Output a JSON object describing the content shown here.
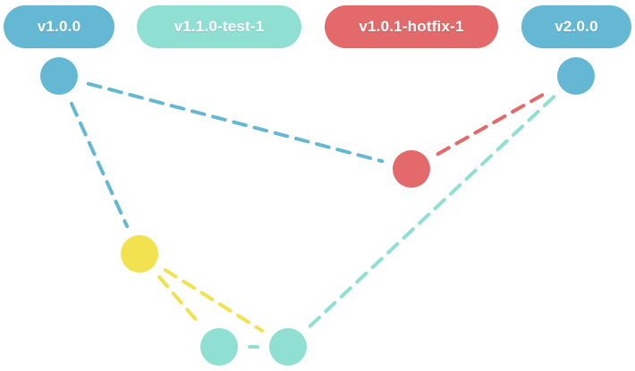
{
  "colors": {
    "blue": "#64b8d4",
    "teal": "#8fe0d2",
    "red": "#e3696b",
    "yellow": "#f3e250",
    "label_text": "#ffffff",
    "background": "#ffffff"
  },
  "branches": [
    {
      "id": "v1-0-0",
      "label": "v1.0.0",
      "color": "#64b8d4"
    },
    {
      "id": "v1-1-0-test-1",
      "label": "v1.1.0-test-1",
      "color": "#8fe0d2"
    },
    {
      "id": "v1-0-1-hotfix-1",
      "label": "v1.0.1-hotfix-1",
      "color": "#e3696b"
    },
    {
      "id": "v2-0-0",
      "label": "v2.0.0",
      "color": "#64b8d4"
    }
  ],
  "nodes": [
    {
      "id": "n1",
      "color": "#64b8d4"
    },
    {
      "id": "n2",
      "color": "#64b8d4"
    },
    {
      "id": "n3",
      "color": "#e3696b"
    },
    {
      "id": "n4",
      "color": "#f3e250"
    },
    {
      "id": "n5",
      "color": "#8fe0d2"
    },
    {
      "id": "n6",
      "color": "#8fe0d2"
    }
  ],
  "edges": [
    {
      "from": "n1",
      "to": "n3",
      "color": "#64b8d4"
    },
    {
      "from": "n1",
      "to": "n4",
      "color": "#64b8d4"
    },
    {
      "from": "n3",
      "to": "n2",
      "color": "#e3696b"
    },
    {
      "from": "n4",
      "to": "n5",
      "color": "#f3e250"
    },
    {
      "from": "n4",
      "to": "n6",
      "color": "#f3e250"
    },
    {
      "from": "n5",
      "to": "n6",
      "color": "#8fe0d2"
    },
    {
      "from": "n6",
      "to": "n2",
      "color": "#8fe0d2"
    }
  ]
}
